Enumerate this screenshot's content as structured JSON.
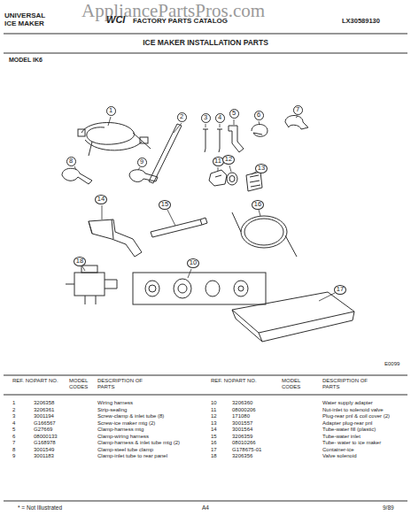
{
  "diagram": {
    "title": "ICE MAKER INSTALLATION PARTS",
    "nodes": [
      {
        "text": [
          "1"
        ]
      },
      {
        "text": [
          "2"
        ]
      },
      {
        "text": [
          "3"
        ]
      },
      {
        "text": [
          "4"
        ]
      },
      {
        "text": [
          "5"
        ]
      },
      {
        "text": [
          "6"
        ]
      },
      {
        "text": [
          "7"
        ]
      },
      {
        "text": [
          "8"
        ]
      },
      {
        "text": [
          "9"
        ]
      },
      {
        "text": [
          "11"
        ]
      },
      {
        "text": [
          "12"
        ]
      },
      {
        "text": [
          "13"
        ]
      },
      {
        "text": [
          "14"
        ]
      },
      {
        "text": [
          "15"
        ]
      },
      {
        "text": [
          "16"
        ]
      },
      {
        "text": [
          "18"
        ]
      },
      {
        "text": [
          "10"
        ]
      },
      {
        "text": [
          "17"
        ]
      }
    ],
    "labels": [
      "AppliancePartsPros.com",
      "UNIVERSAL",
      "ICE MAKER",
      "WCI",
      "FACTORY PARTS CATALOG",
      "LX30589130",
      "MODEL IK6",
      "E0099",
      "REF. NO.",
      "PART NO.",
      "MODEL CODES",
      "DESCRIPTION OF PARTS",
      "REF. NO.",
      "PART NO.",
      "MODEL CODES",
      "DESCRIPTION OF PARTS",
      "1",
      "3206358",
      "Wiring harness",
      "2",
      "3206361",
      "Strip-sealing",
      "3",
      "3001194",
      "Screw-clamp & inlet tube (8)",
      "4",
      "G166567",
      "Screw-ice maker mtg (2)",
      "5",
      "G27669",
      "Clamp-harness mtg",
      "6",
      "08000133",
      "Clamp-wiring harness",
      "7",
      "G168978",
      "Clamp-harness & inlet tube mtg (2)",
      "8",
      "3001549",
      "Clamp-steel tube clamp",
      "9",
      "3001183",
      "Clamp-inlet tube to rear panel",
      "10",
      "3206360",
      "Water supply adapter",
      "11",
      "08000206",
      "Nut-inlet to solenoid valve",
      "12",
      "171080",
      "Plug-rear pnl & coil cover (2)",
      "13",
      "3001557",
      "Adapter plug-rear pnl",
      "14",
      "3001564",
      "Tube-water fill (plastic)",
      "15",
      "3206359",
      "Tube-water inlet",
      "16",
      "08010266",
      "Tube- water to ice maker",
      "17",
      "G178675-01",
      "Container-ice",
      "18",
      "3206356",
      "Valve solenoid",
      "* = Not Illustrated",
      "A4",
      "9/89"
    ]
  }
}
